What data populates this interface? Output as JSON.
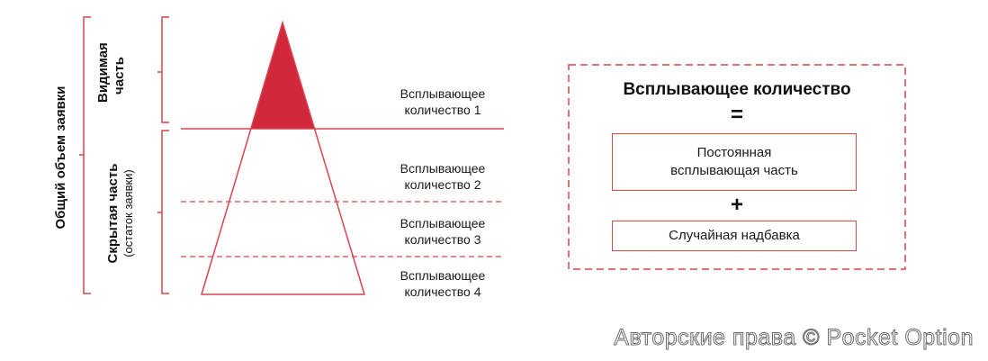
{
  "colors": {
    "accent": "#d9434f",
    "line": "#d94a4a",
    "fill": "#d2283c"
  },
  "brackets": {
    "total_label": "Общий объем заявки",
    "visible_label": "Видимая часть",
    "hidden_label": "Скрытая часть",
    "hidden_sublabel": "(остаток заявки)"
  },
  "float_labels": [
    {
      "line1": "Всплывающее",
      "line2": "количество 1"
    },
    {
      "line1": "Всплывающее",
      "line2": "количество 2"
    },
    {
      "line1": "Всплывающее",
      "line2": "количество 3"
    },
    {
      "line1": "Всплывающее",
      "line2": "количество 4"
    }
  ],
  "formula": {
    "title": "Всплывающее количество",
    "equals": "=",
    "permanent_line1": "Постоянная",
    "permanent_line2": "всплывающая часть",
    "plus": "+",
    "random": "Случайная надбавка"
  },
  "copyright": "Авторские права © Pocket Option"
}
